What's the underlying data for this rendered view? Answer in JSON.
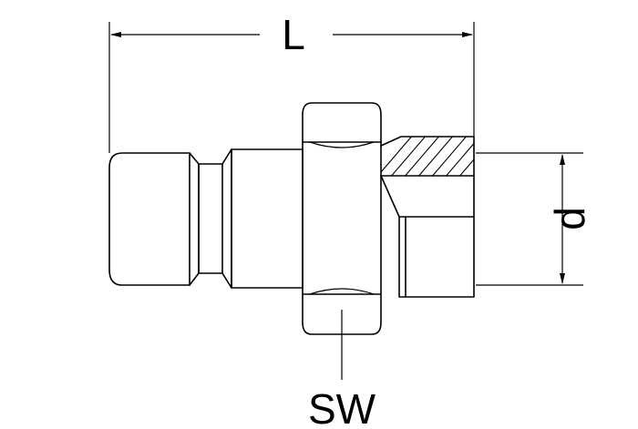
{
  "labels": {
    "length": "L",
    "diameter": "d",
    "wrench_size": "SW"
  }
}
